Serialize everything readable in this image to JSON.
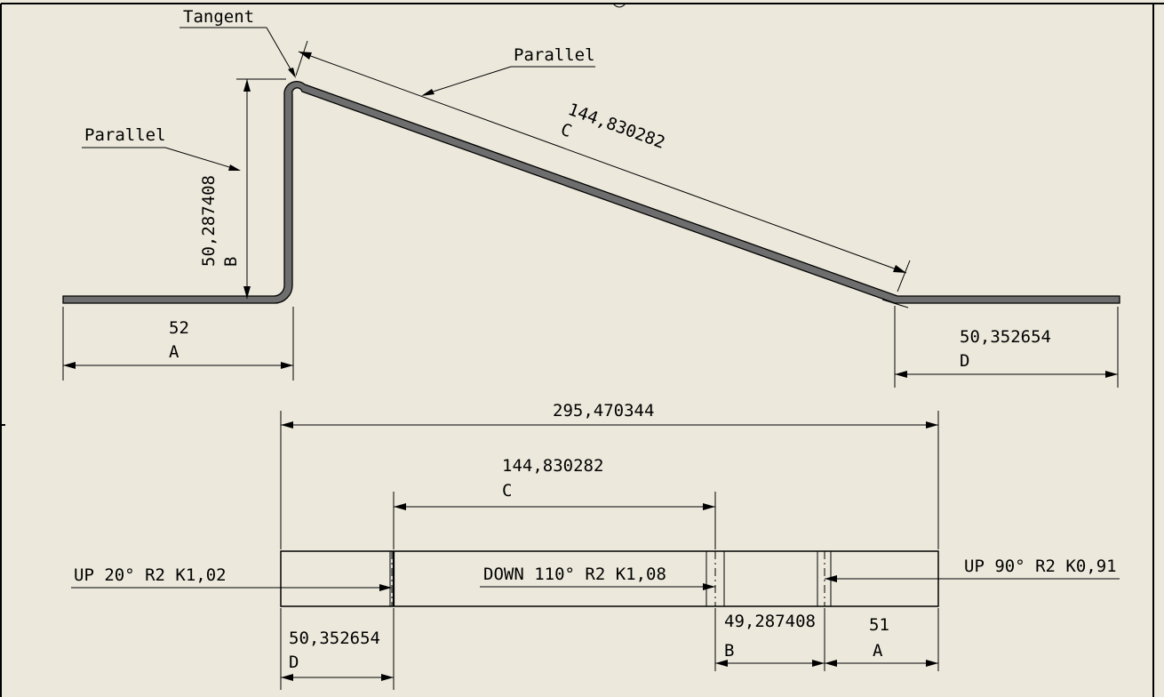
{
  "side_view": {
    "tangent_note": "Tangent",
    "parallel_note_top": "Parallel",
    "parallel_note_left": "Parallel",
    "dim_b_value": "50,287408",
    "dim_b_letter": "B",
    "dim_c_value": "144,830282",
    "dim_c_letter": "C",
    "dim_a_value": "52",
    "dim_a_letter": "A",
    "dim_d_value": "50,352654",
    "dim_d_letter": "D"
  },
  "flat_pattern": {
    "overall_value": "295,470344",
    "dim_c_value": "144,830282",
    "dim_c_letter": "C",
    "bend_note_left": "UP 20° R2 K1,02",
    "bend_note_middle": "DOWN 110° R2 K1,08",
    "bend_note_right": "UP 90° R2 K0,91",
    "dim_d_value": "50,352654",
    "dim_d_letter": "D",
    "dim_b_value": "49,287408",
    "dim_b_letter": "B",
    "dim_a_value": "51",
    "dim_a_letter": "A"
  },
  "colors": {
    "sheet_background": "#ece9dc",
    "part_fill": "#6e6e6e",
    "line": "#000000"
  }
}
